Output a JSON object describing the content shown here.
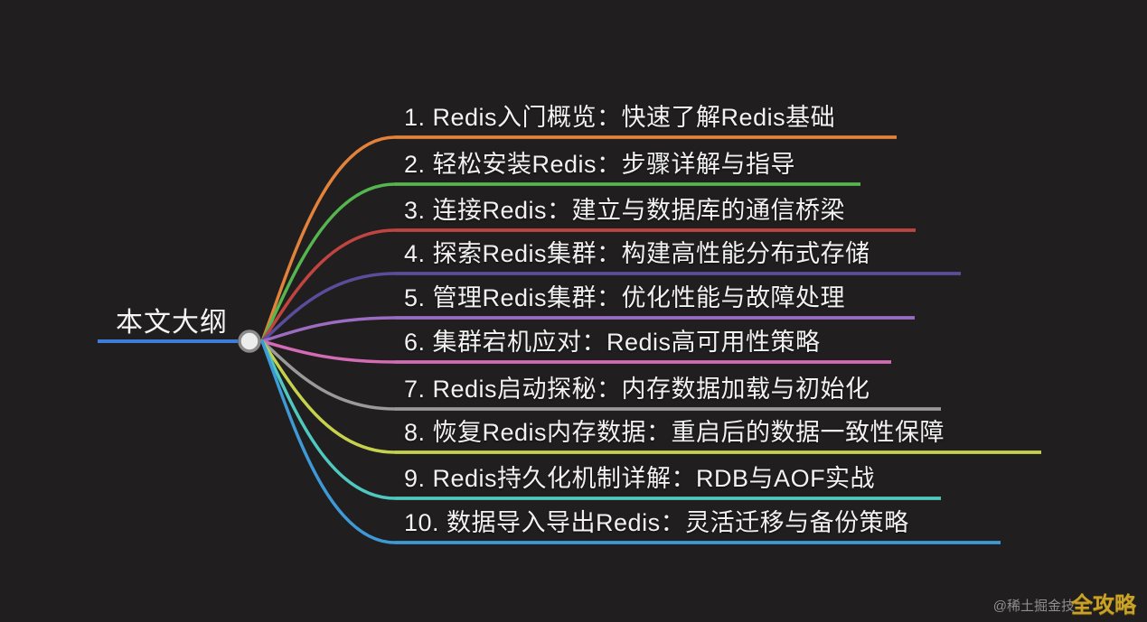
{
  "diagram": {
    "type": "mindmap",
    "background_color": "#201e1e",
    "root": {
      "label": "本文大纲",
      "line_color": "#3b7dd8",
      "node_fill": "#ececec",
      "node_ring": "#8a8a8a"
    },
    "branches": [
      {
        "label": "1. Redis入门概览：快速了解Redis基础",
        "color": "#e2823b"
      },
      {
        "label": "2. 轻松安装Redis：步骤详解与指导",
        "color": "#55b54e"
      },
      {
        "label": "3. 连接Redis：建立与数据库的通信桥梁",
        "color": "#c04540"
      },
      {
        "label": "4. 探索Redis集群：构建高性能分布式存储",
        "color": "#5a4e9c"
      },
      {
        "label": "5. 管理Redis集群：优化性能与故障处理",
        "color": "#9c6cc3"
      },
      {
        "label": "6. 集群宕机应对：Redis高可用性策略",
        "color": "#d36cb5"
      },
      {
        "label": "7. Redis启动探秘：内存数据加载与初始化",
        "color": "#9a9a9a"
      },
      {
        "label": "8. 恢复Redis内存数据：重启后的数据一致性保障",
        "color": "#c6d24d"
      },
      {
        "label": "9. Redis持久化机制详解：RDB与AOF实战",
        "color": "#4fc8c0"
      },
      {
        "label": "10. 数据导入导出Redis：灵活迁移与备份策略",
        "color": "#3d9ad6"
      }
    ],
    "watermark": {
      "handle": "@稀土掘金技",
      "badge": "全攻略",
      "badge_color": "#c9a227"
    }
  }
}
